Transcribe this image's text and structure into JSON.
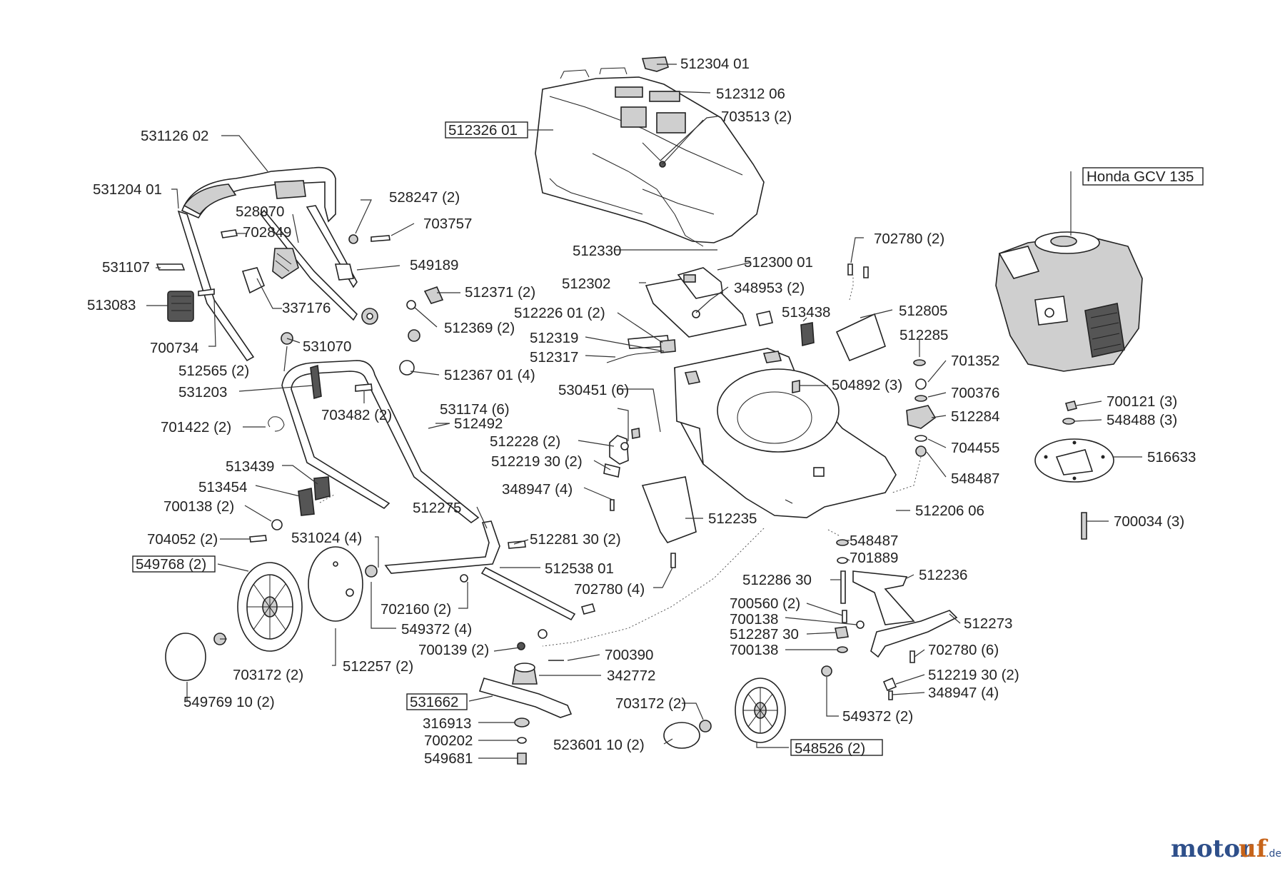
{
  "diagram": {
    "labels": {
      "l512304_01": "512304 01",
      "l512312_06": "512312 06",
      "l512326_01": "512326 01",
      "l703513_2": "703513 (2)",
      "l531126_02": "531126 02",
      "l531204_01": "531204 01",
      "l528247_2": "528247 (2)",
      "l528070": "528070",
      "l702849": "702849",
      "l703757": "703757",
      "l512330": "512330",
      "l531107": "531107",
      "l549189": "549189",
      "l513083": "513083",
      "l337176": "337176",
      "l512371_2": "512371 (2)",
      "l512369_2": "512369 (2)",
      "l700734": "700734",
      "l531070": "531070",
      "l512565_2": "512565 (2)",
      "l531203": "531203",
      "l512367_01_4": "512367 01 (4)",
      "l703482_2": "703482 (2)",
      "l701422_2": "701422 (2)",
      "l512492": "512492",
      "l513439": "513439",
      "l513454": "513454",
      "l700138_2": "700138 (2)",
      "l704052_2": "704052 (2)",
      "l531024_4": "531024 (4)",
      "l549768_2": "549768 (2)",
      "l512275": "512275",
      "l512281_30_2": "512281 30 (2)",
      "l512538_01": "512538 01",
      "l702780_4": "702780 (4)",
      "l702160_2": "702160 (2)",
      "l549372_4": "549372 (4)",
      "l703172_2_left": "703172 (2)",
      "l512257_2": "512257 (2)",
      "l549769_10_2": "549769 10 (2)",
      "l700139_2": "700139 (2)",
      "l700390": "700390",
      "l342772": "342772",
      "l531662": "531662",
      "l316913": "316913",
      "l700202": "700202",
      "l549681": "549681",
      "l703172_2_mid": "703172 (2)",
      "l523601_10_2": "523601 10 (2)",
      "l548526_2": "548526 (2)",
      "l512302": "512302",
      "l512300_01": "512300 01",
      "l348953_2": "348953 (2)",
      "l512226_01_2": "512226 01 (2)",
      "l512319": "512319",
      "l512317": "512317",
      "l530451_6": "530451 (6)",
      "l531174_6": "531174 (6)",
      "l512228_2": "512228 (2)",
      "l512219_30_2_mid": "512219 30 (2)",
      "l348947_4_mid": "348947 (4)",
      "l512235": "512235",
      "l702780_2": "702780 (2)",
      "l513438": "513438",
      "l512805": "512805",
      "l504892_3": "504892 (3)",
      "l512285": "512285",
      "l701352": "701352",
      "l700376": "700376",
      "l512284": "512284",
      "l704455": "704455",
      "l548487_a": "548487",
      "l512206_06": "512206 06",
      "l548487_b": "548487",
      "l701889": "701889",
      "l512236": "512236",
      "l512286_30": "512286 30",
      "l700560_2": "700560 (2)",
      "l700138_a": "700138",
      "l512287_30": "512287 30",
      "l700138_b": "700138",
      "l512273": "512273",
      "l702780_6": "702780 (6)",
      "l512219_30_2_right": "512219 30 (2)",
      "l348947_4_right": "348947 (4)",
      "l549372_2": "549372 (2)",
      "l700121_3": "700121 (3)",
      "l548488_3": "548488 (3)",
      "l516633": "516633",
      "l700034_3": "700034 (3)",
      "honda": "Honda GCV 135"
    },
    "watermark": {
      "part1": "motor",
      "part2": "uf",
      "suffix": ".de"
    }
  }
}
